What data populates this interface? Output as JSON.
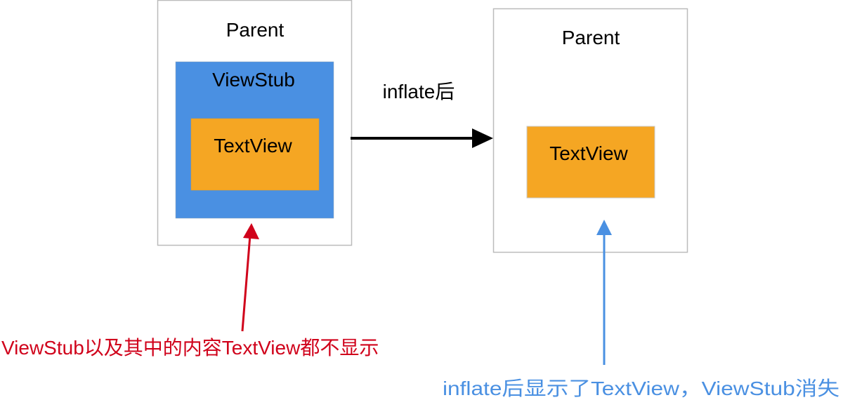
{
  "before": {
    "parent_label": "Parent",
    "viewstub_label": "ViewStub",
    "textview_label": "TextView"
  },
  "transition": {
    "label": "inflate后"
  },
  "after": {
    "parent_label": "Parent",
    "textview_label": "TextView"
  },
  "annotations": {
    "before_note": "ViewStub以及其中的内容TextView都不显示",
    "after_note": "inflate后显示了TextView，ViewStub消失"
  },
  "colors": {
    "viewstub": "#4a90e2",
    "textview": "#f5a623",
    "border": "#bbbbbb",
    "arrow": "#000000",
    "note_red": "#d0021b",
    "note_blue": "#4a90e2"
  }
}
